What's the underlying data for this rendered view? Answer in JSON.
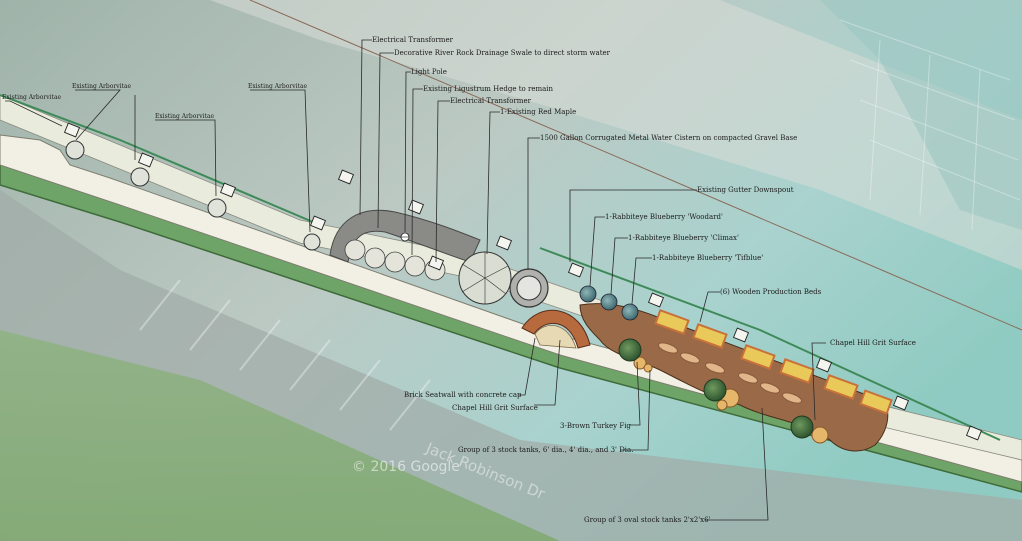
{
  "watermark": "© 2016 Google",
  "street_name": "Jack Robinson Dr",
  "labels": {
    "existing_arborvitae_1": "Existing Arborvitae",
    "existing_arborvitae_2": "Existing Arborvitae",
    "existing_arborvitae_3": "Existing Arborvitae",
    "existing_arborvitae_4": "Existing Arborvitae",
    "electrical_transformer_1": "Electrical Transformer",
    "drainage_swale": "Decorative River Rock Drainage Swale to direct storm water",
    "light_pole": "Light Pole",
    "ligustrum_hedge": "Existing Ligustrum Hedge to remain",
    "electrical_transformer_2": "Electrical Transformer",
    "red_maple": "1-Existing Red Maple",
    "cistern": "1500 Gallon Corrugated Metal Water Cistern on compacted Gravel Base",
    "gutter_downspout": "Existing Gutter Downspout",
    "blueberry_woodard": "1-Rabbiteye Blueberry 'Woodard'",
    "blueberry_climax": "1-Rabbiteye Blueberry 'Climax'",
    "blueberry_tifblue": "1-Rabbiteye Blueberry 'Tifblue'",
    "production_beds": "(6) Wooden Production Beds",
    "grit_surface_right": "Chapel Hill Grit Surface",
    "brick_seatwall": "Brick Seatwall with concrete cap",
    "grit_surface_left": "Chapel Hill Grit Surface",
    "turkey_fig": "3-Brown Turkey Fig",
    "stock_tanks_round": "Group of 3 stock tanks, 6' dia., 4' dia., and 3' Dia.",
    "stock_tanks_oval": "Group of 3 oval stock tanks 2'x2'x6'"
  },
  "colors": {
    "path": "#f2f0e4",
    "grass": "#6fa468",
    "grass_edge": "#3e6b3a",
    "mulch": "#9a6a48",
    "bed_fill": "#e8c95a",
    "bed_edge": "#c9713a",
    "stone": "#8a8a86",
    "tree": "#3d6b3a"
  }
}
